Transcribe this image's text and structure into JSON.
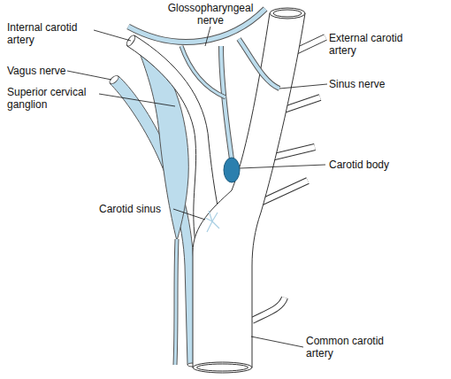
{
  "diagram": {
    "labels": [
      "Glossopharyngeal nerve",
      "Internal carotid artery",
      "Vagus nerve",
      "Superior cervical ganglion",
      "External carotid artery",
      "Sinus nerve",
      "Carotid body",
      "Carotid sinus",
      "Common carotid artery"
    ]
  }
}
